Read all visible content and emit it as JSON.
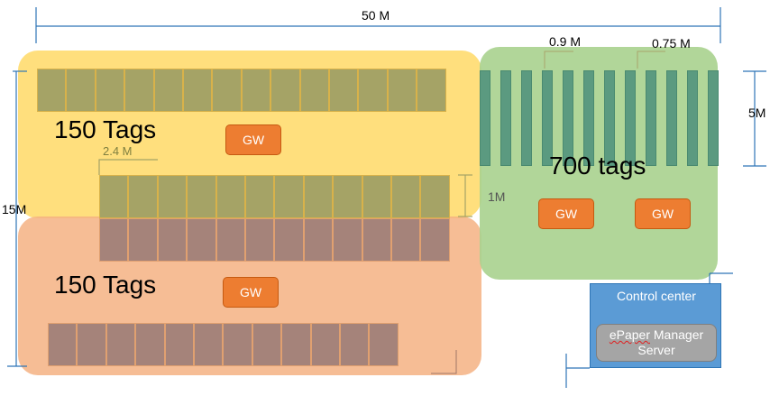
{
  "dimensions": {
    "total_width": "50 M",
    "total_height": "15M",
    "tag_spacing_a": "0.9 M",
    "tag_spacing_b": "0.75 M",
    "zone_height": "5M",
    "aisle_width": "2.4 M",
    "row_gap": "1M"
  },
  "zones": {
    "yellow": {
      "label": "150 Tags",
      "gateway": "GW",
      "color": "#ffd966"
    },
    "orange": {
      "label": "150 Tags",
      "gateway": "GW",
      "color": "#f4b183"
    },
    "green": {
      "label": "700 tags",
      "gateways": [
        "GW",
        "GW"
      ],
      "color": "#a9d18e"
    }
  },
  "control_center": {
    "title": "Control center",
    "server_word_1": "ePaper",
    "server_word_2": " Manager",
    "server_line_2": "Server",
    "color": "#5b9bd5"
  },
  "colors": {
    "gateway": "#ed7d31",
    "tag_olive": "#a5a366",
    "tag_brown": "#a5837a",
    "tag_teal": "#5b9a80",
    "dimension_line": "#2e75b6"
  }
}
